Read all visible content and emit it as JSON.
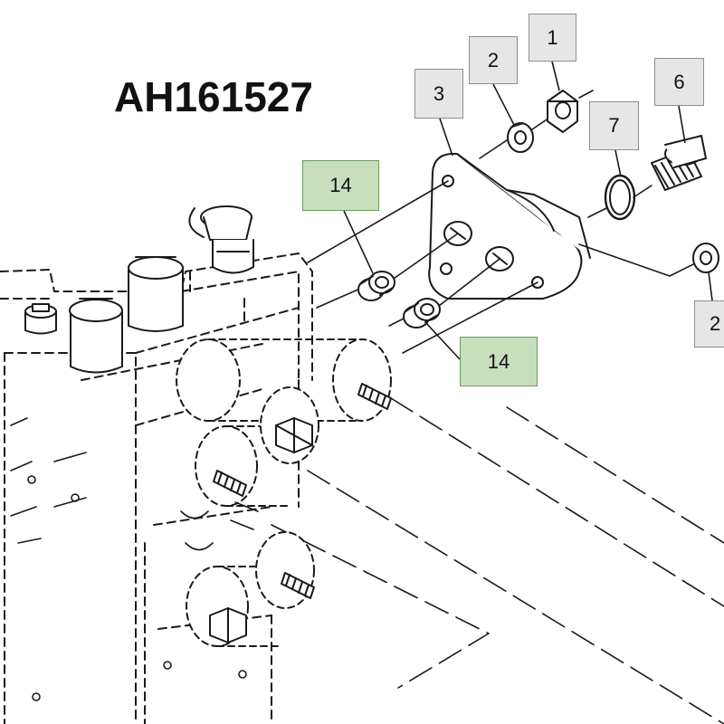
{
  "diagram": {
    "part_number": "AH161527",
    "colors": {
      "line": "#1a1a1a",
      "callout_grey": "#e6e6e6",
      "callout_green": "#c8dfbd"
    },
    "callouts": [
      {
        "id": "c1",
        "label": "1",
        "style": "grey"
      },
      {
        "id": "c2",
        "label": "2",
        "style": "grey"
      },
      {
        "id": "c3",
        "label": "3",
        "style": "grey"
      },
      {
        "id": "c6",
        "label": "6",
        "style": "grey"
      },
      {
        "id": "c7",
        "label": "7",
        "style": "grey"
      },
      {
        "id": "c14a",
        "label": "14",
        "style": "green"
      },
      {
        "id": "c14b",
        "label": "14",
        "style": "green"
      },
      {
        "id": "c2b",
        "label": "2",
        "style": "grey"
      }
    ]
  }
}
